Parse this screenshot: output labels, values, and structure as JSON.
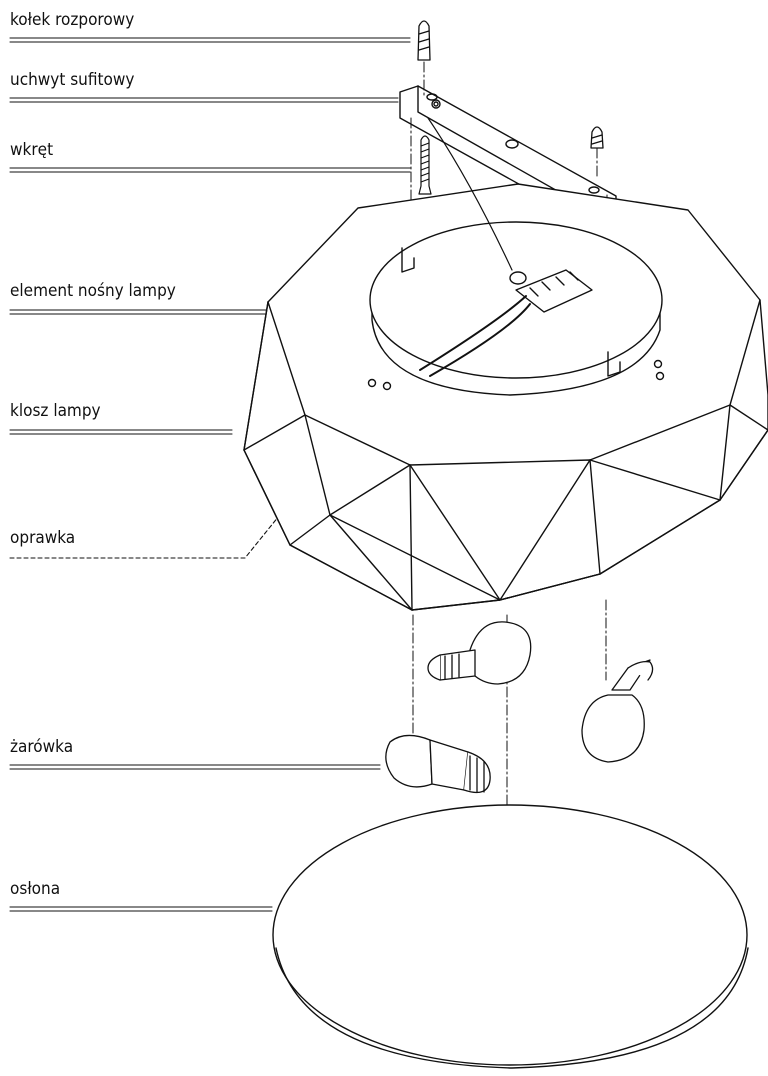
{
  "labels": {
    "kolek": "kołek rozporowy",
    "uchwyt": "uchwyt sufitowy",
    "wkret": "wkręt",
    "element": "element nośny lampy",
    "klosz": "klosz lampy",
    "oprawka": "oprawka",
    "zarowka": "żarówka",
    "oslona": "osłona"
  }
}
